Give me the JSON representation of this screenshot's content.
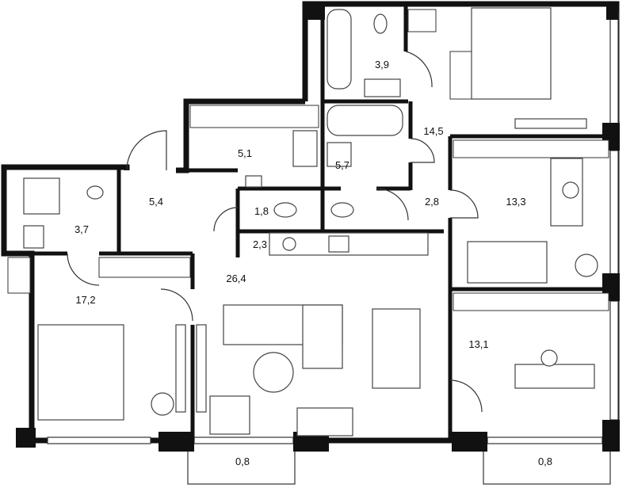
{
  "plan": {
    "rooms": [
      {
        "id": "bathroom-top",
        "area": "3,9"
      },
      {
        "id": "master-bedroom",
        "area": "14,5"
      },
      {
        "id": "wardrobe",
        "area": "5,1"
      },
      {
        "id": "bathroom-middle",
        "area": "5,7"
      },
      {
        "id": "hall",
        "area": "5,4"
      },
      {
        "id": "bathroom-left",
        "area": "3,7"
      },
      {
        "id": "toilet",
        "area": "1,8"
      },
      {
        "id": "corridor",
        "area": "2,8"
      },
      {
        "id": "bedroom-right-top",
        "area": "13,3"
      },
      {
        "id": "laundry",
        "area": "2,3"
      },
      {
        "id": "living-room",
        "area": "26,4"
      },
      {
        "id": "bedroom-left",
        "area": "17,2"
      },
      {
        "id": "bedroom-right-bottom",
        "area": "13,1"
      },
      {
        "id": "balcony-left",
        "area": "0,8"
      },
      {
        "id": "balcony-right",
        "area": "0,8"
      }
    ]
  }
}
